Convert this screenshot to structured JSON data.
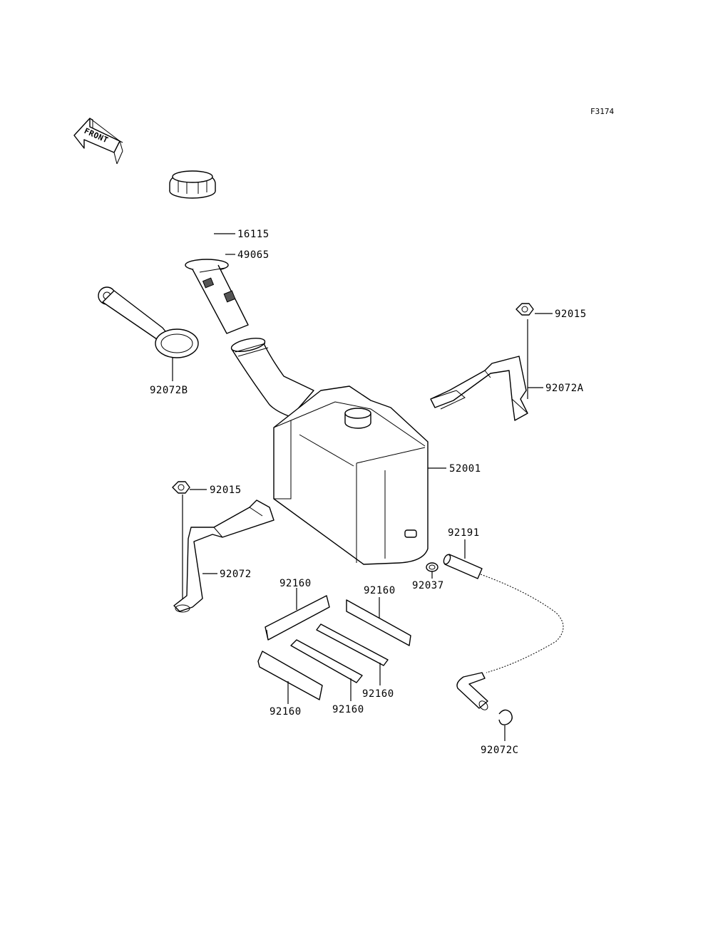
{
  "figure_code": "F3174",
  "front_arrow_text": "FRONT",
  "parts": [
    {
      "id": "cap",
      "number": "16115"
    },
    {
      "id": "filter",
      "number": "49065"
    },
    {
      "id": "strap",
      "number": "92072B"
    },
    {
      "id": "nut_right",
      "number": "92015"
    },
    {
      "id": "band_right",
      "number": "92072A"
    },
    {
      "id": "tank",
      "number": "52001"
    },
    {
      "id": "nut_left",
      "number": "92015"
    },
    {
      "id": "band_left",
      "number": "92072"
    },
    {
      "id": "hose",
      "number": "92191"
    },
    {
      "id": "clamp",
      "number": "92037"
    },
    {
      "id": "pad_1",
      "number": "92160"
    },
    {
      "id": "pad_2",
      "number": "92160"
    },
    {
      "id": "pad_3",
      "number": "92160"
    },
    {
      "id": "pad_4",
      "number": "92160"
    },
    {
      "id": "pad_5",
      "number": "92160"
    },
    {
      "id": "clip",
      "number": "92072C"
    }
  ]
}
